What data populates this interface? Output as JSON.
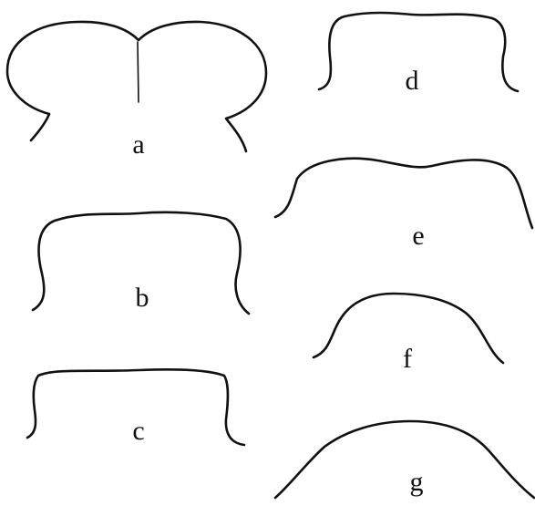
{
  "figure": {
    "panels": [
      {
        "id": "a",
        "label": "a"
      },
      {
        "id": "b",
        "label": "b"
      },
      {
        "id": "c",
        "label": "c"
      },
      {
        "id": "d",
        "label": "d"
      },
      {
        "id": "e",
        "label": "e"
      },
      {
        "id": "f",
        "label": "f"
      },
      {
        "id": "g",
        "label": "g"
      }
    ],
    "stroke_color": "#111111",
    "background_color": "#ffffff"
  }
}
